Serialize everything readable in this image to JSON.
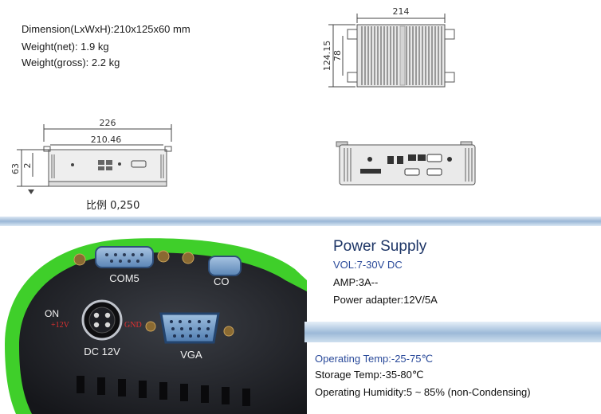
{
  "dimensions": {
    "dimension_label": "Dimension(LxWxH):210x125x60 mm",
    "weight_net": "Weight(net): 1.9 kg",
    "weight_gross": "Weight(gross): 2.2 kg"
  },
  "drawings": {
    "top_width": "214",
    "top_height_outer": "124.15",
    "top_height_inner": "78",
    "front_width_outer": "226",
    "front_width_inner": "210.46",
    "front_height_outer": "63",
    "front_height_inner": "2",
    "scale_label": "比例 0,250"
  },
  "photo": {
    "port_com5": "COM5",
    "port_com_partial": "CO",
    "power_on": "ON",
    "power_pin_pos": "+12V",
    "power_pin_gnd": "GND",
    "dc_label": "DC 12V",
    "vga_label": "VGA"
  },
  "power": {
    "title": "Power Supply",
    "vol": "VOL:7-30V DC",
    "amp": "AMP:3A--",
    "adapter": "Power adapter:12V/5A"
  },
  "environment": {
    "op_temp": "Operating Temp:-25-75℃",
    "storage_temp": "Storage Temp:-35-80℃",
    "humidity": "Operating Humidity:5 ~ 85% (non-Condensing)"
  },
  "colors": {
    "accent_blue": "#2a4a9a",
    "band_blue": "#9ab7d6",
    "frame_green": "#3fcf2a"
  }
}
